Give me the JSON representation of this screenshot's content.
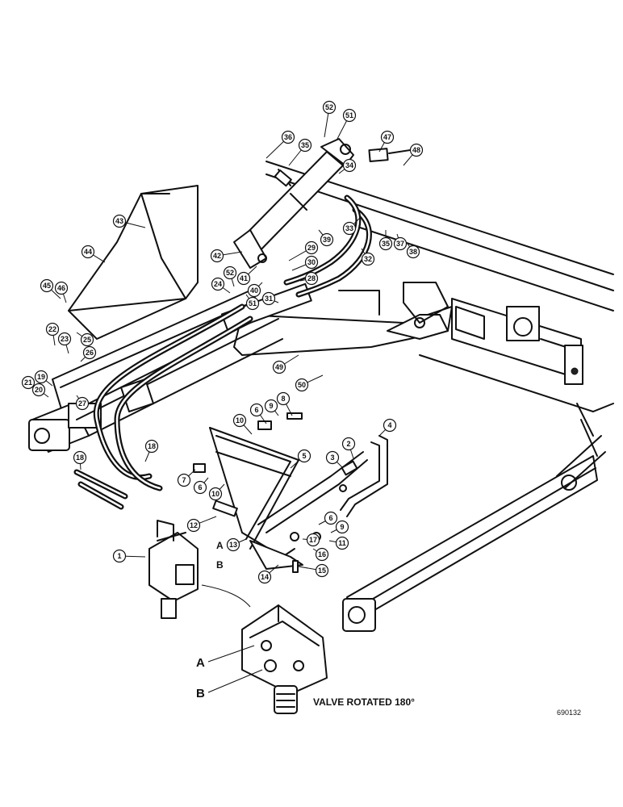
{
  "figure": {
    "caption": "VALVE ROTATED 180°",
    "drawing_number": "690132",
    "port_labels": [
      "A",
      "B"
    ]
  },
  "callouts": [
    {
      "id": "c52a",
      "text": "52"
    },
    {
      "id": "c51a",
      "text": "51"
    },
    {
      "id": "c36",
      "text": "36"
    },
    {
      "id": "c35a",
      "text": "35"
    },
    {
      "id": "c47",
      "text": "47"
    },
    {
      "id": "c48",
      "text": "48"
    },
    {
      "id": "c34",
      "text": "34"
    },
    {
      "id": "c43",
      "text": "43"
    },
    {
      "id": "c33",
      "text": "33"
    },
    {
      "id": "c35b",
      "text": "35"
    },
    {
      "id": "c37",
      "text": "37"
    },
    {
      "id": "c38",
      "text": "38"
    },
    {
      "id": "c39",
      "text": "39"
    },
    {
      "id": "c32",
      "text": "32"
    },
    {
      "id": "c44",
      "text": "44"
    },
    {
      "id": "c42",
      "text": "42"
    },
    {
      "id": "c29",
      "text": "29"
    },
    {
      "id": "c30",
      "text": "30"
    },
    {
      "id": "c41",
      "text": "41"
    },
    {
      "id": "c28",
      "text": "28"
    },
    {
      "id": "c52b",
      "text": "52"
    },
    {
      "id": "c40",
      "text": "40"
    },
    {
      "id": "c45",
      "text": "45"
    },
    {
      "id": "c24",
      "text": "24"
    },
    {
      "id": "c46",
      "text": "46"
    },
    {
      "id": "c31",
      "text": "31"
    },
    {
      "id": "c51b",
      "text": "51"
    },
    {
      "id": "c22",
      "text": "22"
    },
    {
      "id": "c23",
      "text": "23"
    },
    {
      "id": "c26",
      "text": "26"
    },
    {
      "id": "c25",
      "text": "25"
    },
    {
      "id": "c49",
      "text": "49"
    },
    {
      "id": "c21",
      "text": "21"
    },
    {
      "id": "c19",
      "text": "19"
    },
    {
      "id": "c50",
      "text": "50"
    },
    {
      "id": "c20",
      "text": "20"
    },
    {
      "id": "c27",
      "text": "27"
    },
    {
      "id": "c8",
      "text": "8"
    },
    {
      "id": "c6a",
      "text": "6"
    },
    {
      "id": "c9a",
      "text": "9"
    },
    {
      "id": "c4",
      "text": "4"
    },
    {
      "id": "c10a",
      "text": "10"
    },
    {
      "id": "c2",
      "text": "2"
    },
    {
      "id": "c18a",
      "text": "18"
    },
    {
      "id": "c5",
      "text": "5"
    },
    {
      "id": "c3",
      "text": "3"
    },
    {
      "id": "c18b",
      "text": "18"
    },
    {
      "id": "c7",
      "text": "7"
    },
    {
      "id": "c6b",
      "text": "6"
    },
    {
      "id": "c10b",
      "text": "10"
    },
    {
      "id": "c12",
      "text": "12"
    },
    {
      "id": "c6c",
      "text": "6"
    },
    {
      "id": "c9b",
      "text": "9"
    },
    {
      "id": "c17",
      "text": "17"
    },
    {
      "id": "c11",
      "text": "11"
    },
    {
      "id": "c13",
      "text": "13"
    },
    {
      "id": "c16",
      "text": "16"
    },
    {
      "id": "c1",
      "text": "1"
    },
    {
      "id": "c14",
      "text": "14"
    },
    {
      "id": "c15",
      "text": "15"
    }
  ]
}
